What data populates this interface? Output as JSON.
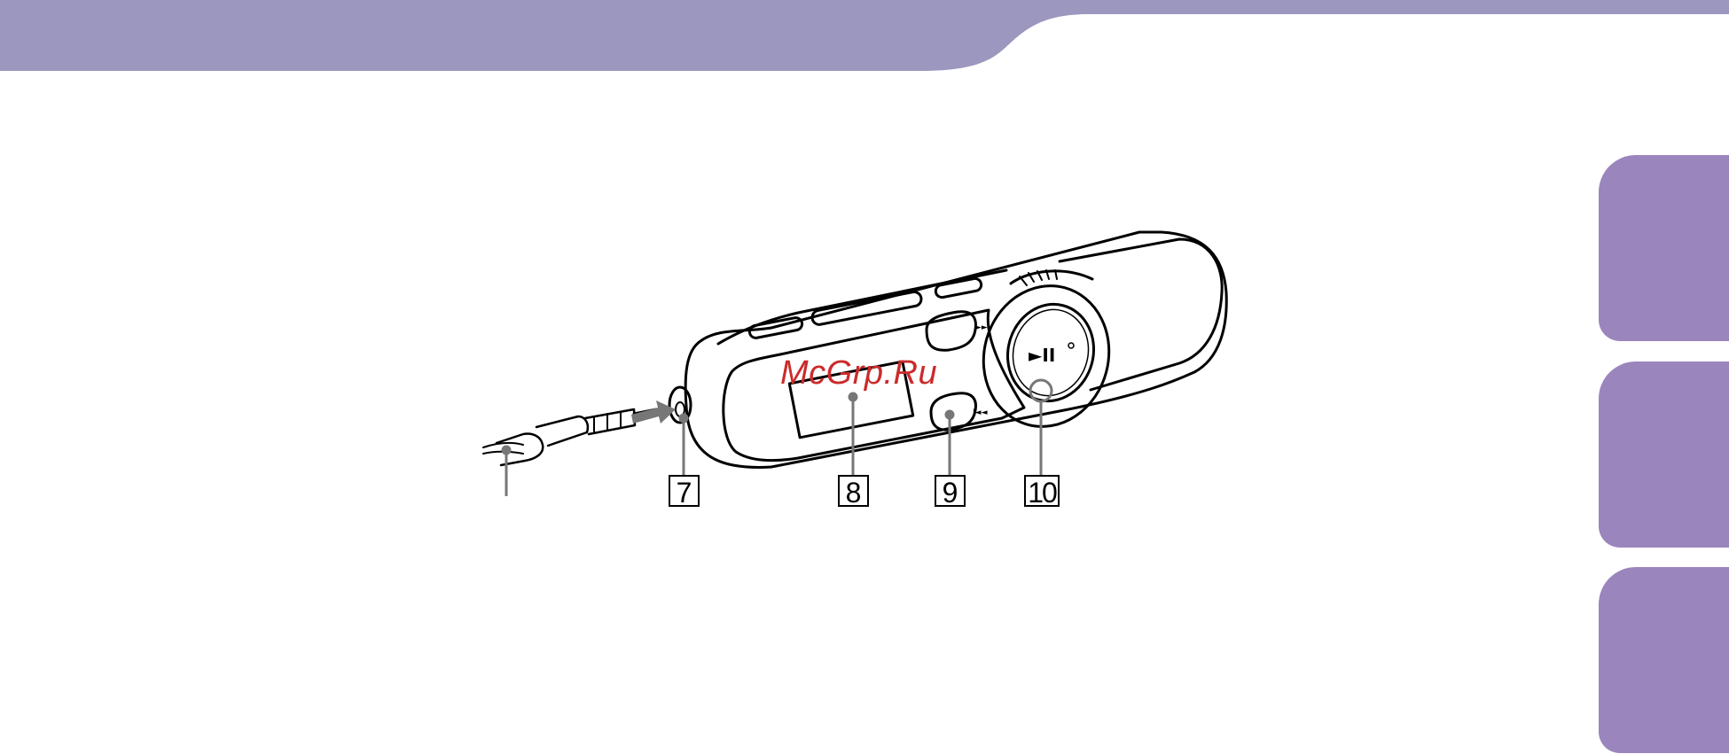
{
  "header": {
    "color": "#9b97be"
  },
  "side_tabs": {
    "color": "#9a86bd",
    "count": 3
  },
  "figure": {
    "subject": "player-with-headphone-plug",
    "callouts": [
      {
        "id": "callout-7",
        "label": "7"
      },
      {
        "id": "callout-8",
        "label": "8"
      },
      {
        "id": "callout-9",
        "label": "9"
      },
      {
        "id": "callout-10",
        "label": "10"
      }
    ],
    "button_glyphs": {
      "play_pause": "►II",
      "next": "►►I",
      "prev": "I◄◄"
    }
  },
  "watermark": {
    "text": "McGrp.Ru",
    "color": "#cc2a2a"
  }
}
